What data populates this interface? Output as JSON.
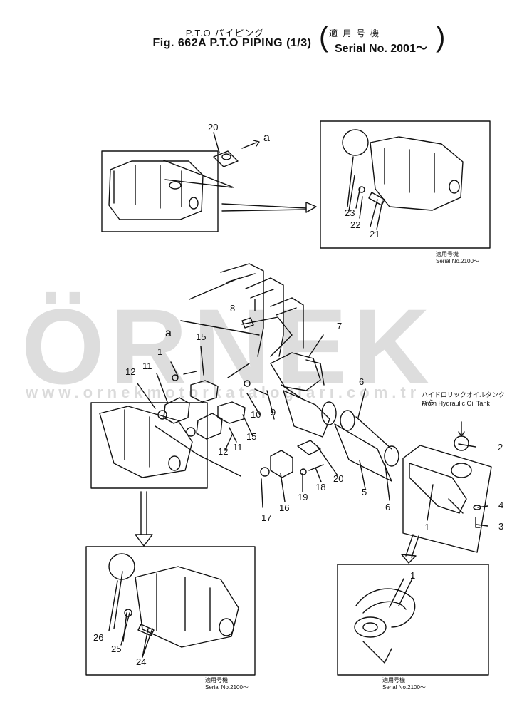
{
  "title": {
    "line1": "P.T.O パイピング",
    "line2": "Fig. 662A  P.T.O  PIPING  (1/3)",
    "serial_jp": "適 用 号 機",
    "serial_en": "Serial No. 2001～"
  },
  "watermark": {
    "brand": "ÖRNEK",
    "url": "www.ornekmotorkatalogları.com.tr"
  },
  "callouts": {
    "a_top": "a",
    "a_mid": "a",
    "from_tank_jp": "ハイドロリックオイルタンクから",
    "from_tank_en": "From Hydraulic Oil Tank"
  },
  "serial_notes": {
    "top_right_jp": "適用号機",
    "top_right_en": "Serial No.2100～",
    "bottom_left_jp": "適用号機",
    "bottom_left_en": "Serial No.2100～",
    "bottom_right_jp": "適用号機",
    "bottom_right_en": "Serial No.2100～"
  },
  "parts": [
    "20",
    "23",
    "22",
    "21",
    "8",
    "7",
    "15",
    "1",
    "11",
    "12",
    "10",
    "9",
    "6",
    "2",
    "4",
    "3",
    "5",
    "11",
    "15",
    "12",
    "20",
    "16",
    "17",
    "19",
    "18",
    "26",
    "25",
    "24",
    "1"
  ]
}
